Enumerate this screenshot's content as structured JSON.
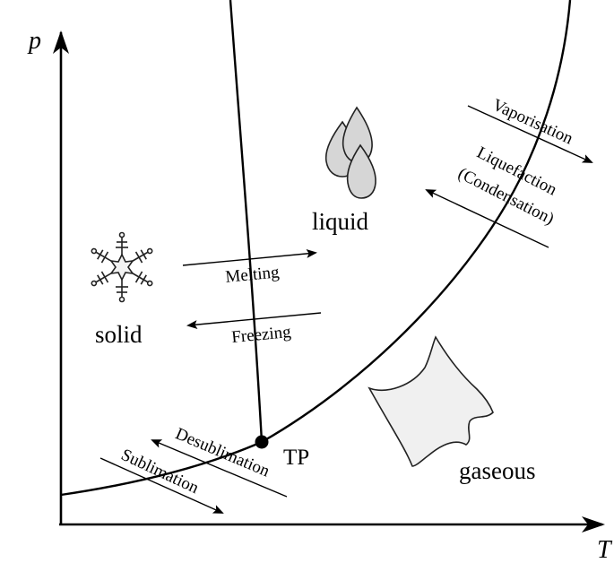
{
  "axes": {
    "x_label": "T",
    "y_label": "p"
  },
  "phases": {
    "solid": "solid",
    "liquid": "liquid",
    "gaseous": "gaseous"
  },
  "triple_point": {
    "label": "TP"
  },
  "transitions": {
    "melting": "Melting",
    "freezing": "Freezing",
    "vaporisation": "Vaporisation",
    "liquefaction": "Liquefaction",
    "condensation": "(Condensation)",
    "desublimation": "Desublimation",
    "sublimation": "Sublimation"
  },
  "icons": {
    "solid": "snowflake-icon",
    "liquid": "droplets-icon",
    "gaseous": "gas-cloud-icon"
  }
}
